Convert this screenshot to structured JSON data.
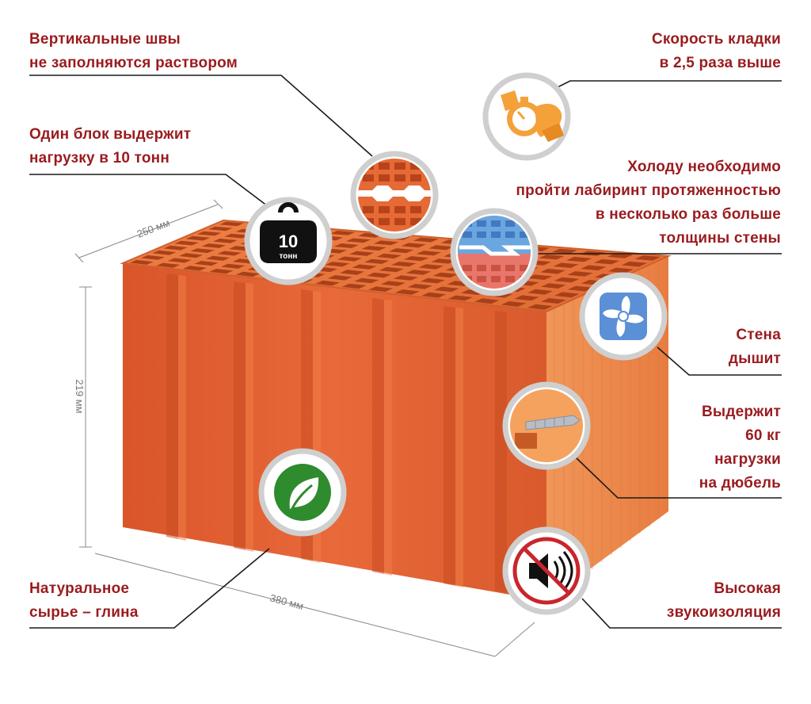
{
  "labels": {
    "vertical_joints": [
      "Вертикальные швы",
      "не заполняются раствором"
    ],
    "load_10t": [
      "Один блок выдержит",
      "нагрузку в 10 тонн"
    ],
    "natural_material": [
      "Натуральное",
      "сырье – глина"
    ],
    "laying_speed": [
      "Скорость кладки",
      "в 2,5 раза выше"
    ],
    "cold_labyrinth": [
      "Холоду необходимо",
      "пройти лабиринт протяженностью",
      "в несколько раз больше",
      "толщины стены"
    ],
    "wall_breathes": [
      "Стена",
      "дышит"
    ],
    "dowel_load": [
      "Выдержит",
      "60 кг",
      "нагрузки",
      "на дюбель"
    ],
    "sound_insulation": [
      "Высокая",
      "звукоизоляция"
    ]
  },
  "dimensions": {
    "width": "250 мм",
    "height": "219 мм",
    "length": "380 мм"
  },
  "weight_badge": {
    "value": "10",
    "unit": "тонн"
  },
  "colors": {
    "label_text": "#9a1b1e",
    "brick_front": "#e0632f",
    "brick_side": "#f08a4e",
    "brick_top": "#e8743c",
    "eco_green": "#2e8b2e",
    "timer_orange": "#f4a13a",
    "fan_blue": "#5b8fd6",
    "no_sound_red": "#c8262c"
  },
  "icons": [
    "weight-icon",
    "stopwatch-icon",
    "labyrinth-icon",
    "vertical-joint-icon",
    "fan-icon",
    "dowel-icon",
    "leaf-icon",
    "no-sound-icon"
  ]
}
